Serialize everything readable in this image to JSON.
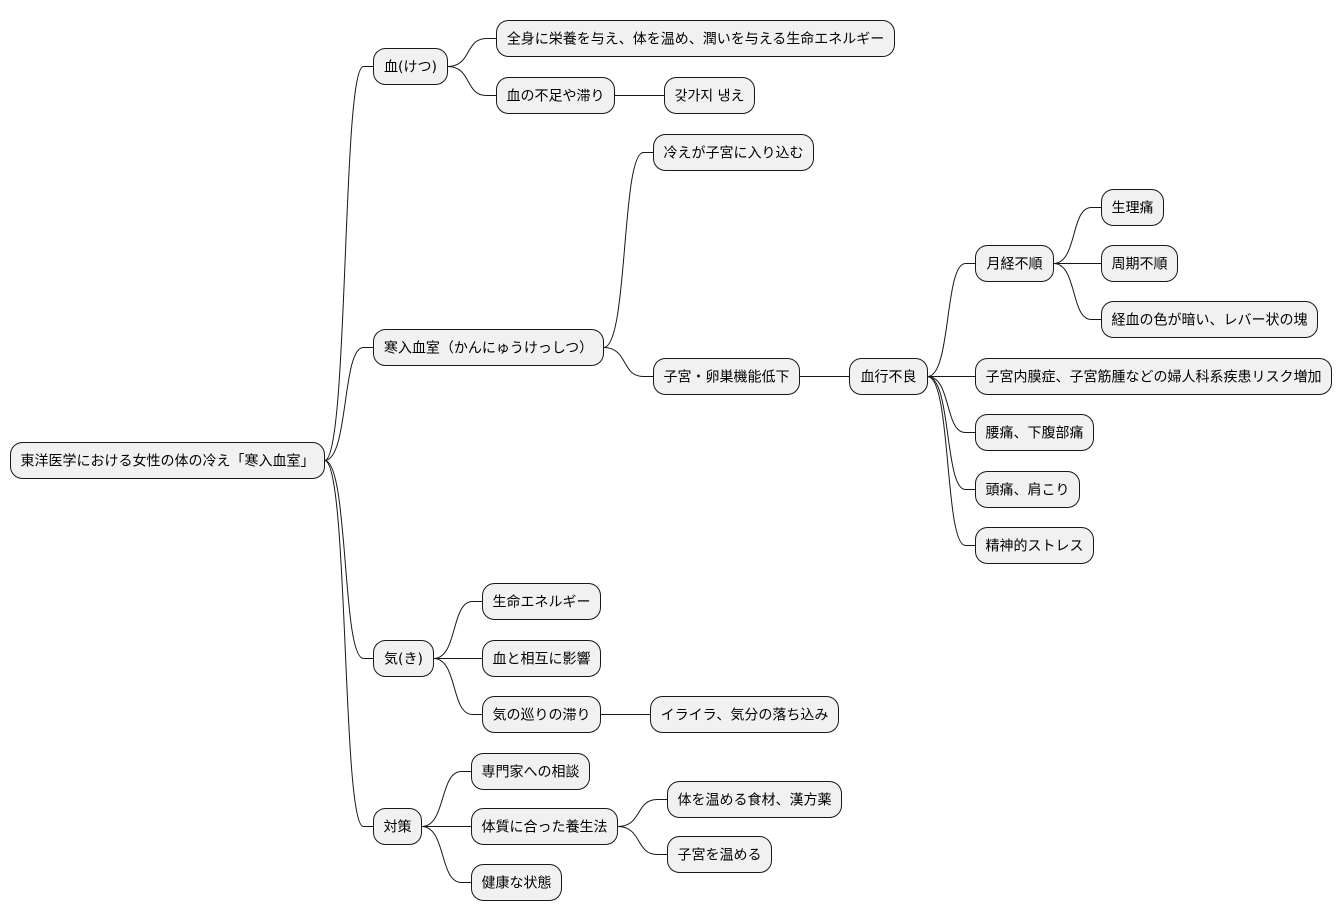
{
  "diagram": {
    "type": "mindmap",
    "root": {
      "label": "東洋医学における女性の体の冷え「寒入血室」",
      "children": [
        {
          "label": "血(けつ)",
          "children": [
            {
              "label": "全身に栄養を与え、体を温め、潤いを与える生命エネルギー"
            },
            {
              "label": "血の不足や滞り",
              "children": [
                {
                  "label": "갖가지 냉え"
                }
              ]
            }
          ]
        },
        {
          "label": "寒入血室（かんにゅうけっしつ）",
          "children": [
            {
              "label": "冷えが子宮に入り込む"
            },
            {
              "label": "子宮・卵巣機能低下",
              "children": [
                {
                  "label": "血行不良",
                  "children": [
                    {
                      "label": "月経不順",
                      "children": [
                        {
                          "label": "生理痛"
                        },
                        {
                          "label": "周期不順"
                        },
                        {
                          "label": "経血の色が暗い、レバー状の塊"
                        }
                      ]
                    },
                    {
                      "label": "子宮内膜症、子宮筋腫などの婦人科系疾患リスク増加"
                    },
                    {
                      "label": "腰痛、下腹部痛"
                    },
                    {
                      "label": "頭痛、肩こり"
                    },
                    {
                      "label": "精神的ストレス"
                    }
                  ]
                }
              ]
            }
          ]
        },
        {
          "label": "気(き)",
          "children": [
            {
              "label": "生命エネルギー"
            },
            {
              "label": "血と相互に影響"
            },
            {
              "label": "気の巡りの滞り",
              "children": [
                {
                  "label": "イライラ、気分の落ち込み"
                }
              ]
            }
          ]
        },
        {
          "label": "対策",
          "children": [
            {
              "label": "専門家への相談"
            },
            {
              "label": "体質に合った養生法",
              "children": [
                {
                  "label": "体を温める食材、漢方薬"
                },
                {
                  "label": "子宮を温める"
                }
              ]
            },
            {
              "label": "健康な状態"
            }
          ]
        }
      ]
    }
  }
}
